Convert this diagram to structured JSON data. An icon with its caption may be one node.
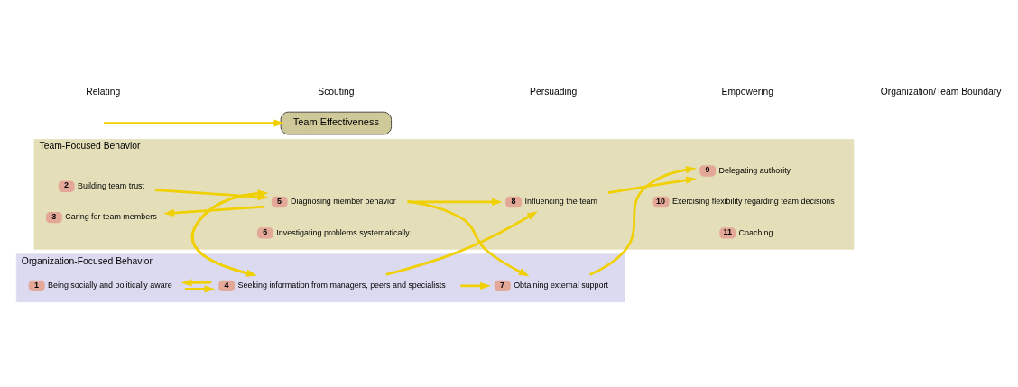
{
  "diagram": {
    "nodes": [
      {
        "text": [
          "Organization-Focused Behavior"
        ]
      },
      {
        "text": [
          "1",
          "Being socially and politically aware"
        ],
        "in": 0
      },
      {
        "text": [
          "4",
          "Seeking information from managers, peers and specialists"
        ],
        "in": 0
      },
      {
        "text": [
          "7",
          "Obtaining external support"
        ],
        "in": 0
      },
      {
        "text": [
          "Team-Focused Behavior"
        ]
      },
      {
        "text": [
          "2",
          "Building team trust"
        ],
        "in": 4
      },
      {
        "text": [
          "3",
          "Caring for team members"
        ],
        "in": 4
      },
      {
        "text": [
          "5",
          "Diagnosing member behavior"
        ],
        "in": 4
      },
      {
        "text": [
          "6",
          "Investigating problems systematically"
        ],
        "in": 4
      },
      {
        "text": [
          "8",
          "Influencing the team"
        ],
        "in": 4
      },
      {
        "text": [
          "9",
          "Delegating authority"
        ],
        "in": 4
      },
      {
        "text": [
          "10",
          "Exercising flexibility regarding team decisions"
        ],
        "in": 4
      },
      {
        "text": [
          "11",
          "Coaching"
        ],
        "in": 4
      },
      {
        "text": [
          "Team Effectiveness"
        ]
      }
    ],
    "edges": [
      {
        "from": 1,
        "to": 2,
        "arrow": "to"
      },
      {
        "from": 2,
        "to": 1,
        "arrow": "to"
      },
      {
        "from": 2,
        "to": 3,
        "arrow": "to"
      },
      {
        "from": 7,
        "to": 2,
        "arrow": "to"
      },
      {
        "from": 2,
        "to": 7,
        "arrow": "to"
      },
      {
        "from": 2,
        "to": 9,
        "arrow": "to"
      },
      {
        "from": 7,
        "to": 3,
        "arrow": "to"
      },
      {
        "from": 3,
        "to": 10,
        "arrow": "to"
      },
      {
        "from": 5,
        "to": 7,
        "arrow": "to"
      },
      {
        "from": 7,
        "to": 6,
        "arrow": "to"
      },
      {
        "from": 7,
        "to": 9,
        "arrow": "to"
      },
      {
        "from": 9,
        "to": 10,
        "arrow": "to"
      },
      {
        "from": null,
        "to": 13,
        "arrow": "to"
      }
    ],
    "labels": [
      "Relating",
      "Scouting",
      "Persuading",
      "Empowering",
      "Organization/Team Boundary"
    ]
  }
}
